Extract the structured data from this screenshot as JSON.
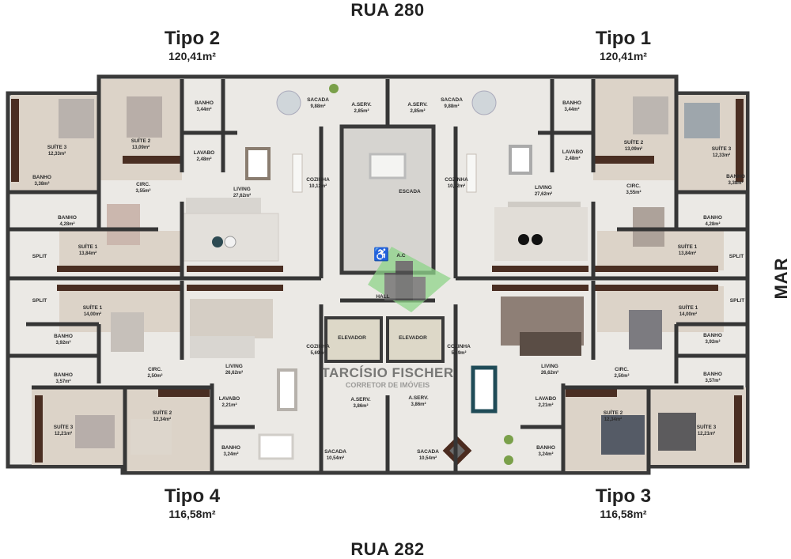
{
  "streets": {
    "top": "RUA 280",
    "bottom": "RUA 282",
    "right": "MAR"
  },
  "units": {
    "tipo2": {
      "title": "Tipo 2",
      "area": "120,41m²",
      "rooms": [
        {
          "name": "SUÍTE 3",
          "area": "12,33m²"
        },
        {
          "name": "SUÍTE 2",
          "area": "13,09m²"
        },
        {
          "name": "BANHO",
          "area": "3,44m²"
        },
        {
          "name": "LAVABO",
          "area": "2,48m²"
        },
        {
          "name": "SACADA",
          "area": "9,88m²"
        },
        {
          "name": "A.SERV.",
          "area": "2,85m²"
        },
        {
          "name": "BANHO",
          "area": "3,38m²"
        },
        {
          "name": "CIRC.",
          "area": "3,55m²"
        },
        {
          "name": "LIVING",
          "area": "27,62m²"
        },
        {
          "name": "COZINHA",
          "area": "10,12m²"
        },
        {
          "name": "BANHO",
          "area": "4,28m²"
        },
        {
          "name": "SUÍTE 1",
          "area": "13,84m²"
        },
        {
          "name": "SPLIT",
          "area": ""
        }
      ]
    },
    "tipo1": {
      "title": "Tipo 1",
      "area": "120,41m²",
      "rooms": [
        {
          "name": "A.SERV.",
          "area": "2,85m²"
        },
        {
          "name": "SACADA",
          "area": "9,88m²"
        },
        {
          "name": "BANHO",
          "area": "3,44m²"
        },
        {
          "name": "SUÍTE 2",
          "area": "13,09m²"
        },
        {
          "name": "SUÍTE 3",
          "area": "12,33m²"
        },
        {
          "name": "LAVABO",
          "area": "2,48m²"
        },
        {
          "name": "COZINHA",
          "area": "10,12m²"
        },
        {
          "name": "LIVING",
          "area": "27,62m²"
        },
        {
          "name": "CIRC.",
          "area": "3,55m²"
        },
        {
          "name": "BANHO",
          "area": "3,38m²"
        },
        {
          "name": "BANHO",
          "area": "4,28m²"
        },
        {
          "name": "SUÍTE 1",
          "area": "13,84m²"
        },
        {
          "name": "SPLIT",
          "area": ""
        }
      ]
    },
    "tipo4": {
      "title": "Tipo 4",
      "area": "116,58m²",
      "rooms": [
        {
          "name": "SPLIT",
          "area": ""
        },
        {
          "name": "SUÍTE 1",
          "area": "14,00m²"
        },
        {
          "name": "BANHO",
          "area": "3,92m²"
        },
        {
          "name": "COZINHA",
          "area": "5,69m²"
        },
        {
          "name": "CIRC.",
          "area": "2,50m²"
        },
        {
          "name": "LIVING",
          "area": "26,62m²"
        },
        {
          "name": "BANHO",
          "area": "3,57m²"
        },
        {
          "name": "LAVABO",
          "area": "2,21m²"
        },
        {
          "name": "A.SERV.",
          "area": "3,86m²"
        },
        {
          "name": "SUÍTE 3",
          "area": "12,21m²"
        },
        {
          "name": "SUÍTE 2",
          "area": "12,34m²"
        },
        {
          "name": "BANHO",
          "area": "3,24m²"
        },
        {
          "name": "SACADA",
          "area": "10,54m²"
        }
      ]
    },
    "tipo3": {
      "title": "Tipo 3",
      "area": "116,58m²",
      "rooms": [
        {
          "name": "COZINHA",
          "area": "5,69m²"
        },
        {
          "name": "SUÍTE 1",
          "area": "14,00m²"
        },
        {
          "name": "SPLIT",
          "area": ""
        },
        {
          "name": "BANHO",
          "area": "3,92m²"
        },
        {
          "name": "LIVING",
          "area": "26,62m²"
        },
        {
          "name": "CIRC.",
          "area": "2,50m²"
        },
        {
          "name": "BANHO",
          "area": "3,57m²"
        },
        {
          "name": "A.SERV.",
          "area": "3,86m²"
        },
        {
          "name": "LAVABO",
          "area": "2,21m²"
        },
        {
          "name": "SUÍTE 2",
          "area": "12,34m²"
        },
        {
          "name": "SUÍTE 3",
          "area": "12,21m²"
        },
        {
          "name": "SACADA",
          "area": "10,54m²"
        },
        {
          "name": "BANHO",
          "area": "3,24m²"
        }
      ]
    }
  },
  "core": {
    "stairs": "ESCADA",
    "ac": "A.C",
    "hall": "HALL",
    "elevator_left": "ELEVADOR",
    "elevator_right": "ELEVADOR"
  },
  "watermark": {
    "name": "TARCÍSIO FISCHER",
    "subtitle": "CORRETOR DE IMÓVEIS"
  },
  "colors": {
    "wall": "#363636",
    "floor": "#ebe9e5",
    "bedroom": "#dcd3c8",
    "wood": "#4a2e22",
    "logo_green": "#8fd48a"
  }
}
